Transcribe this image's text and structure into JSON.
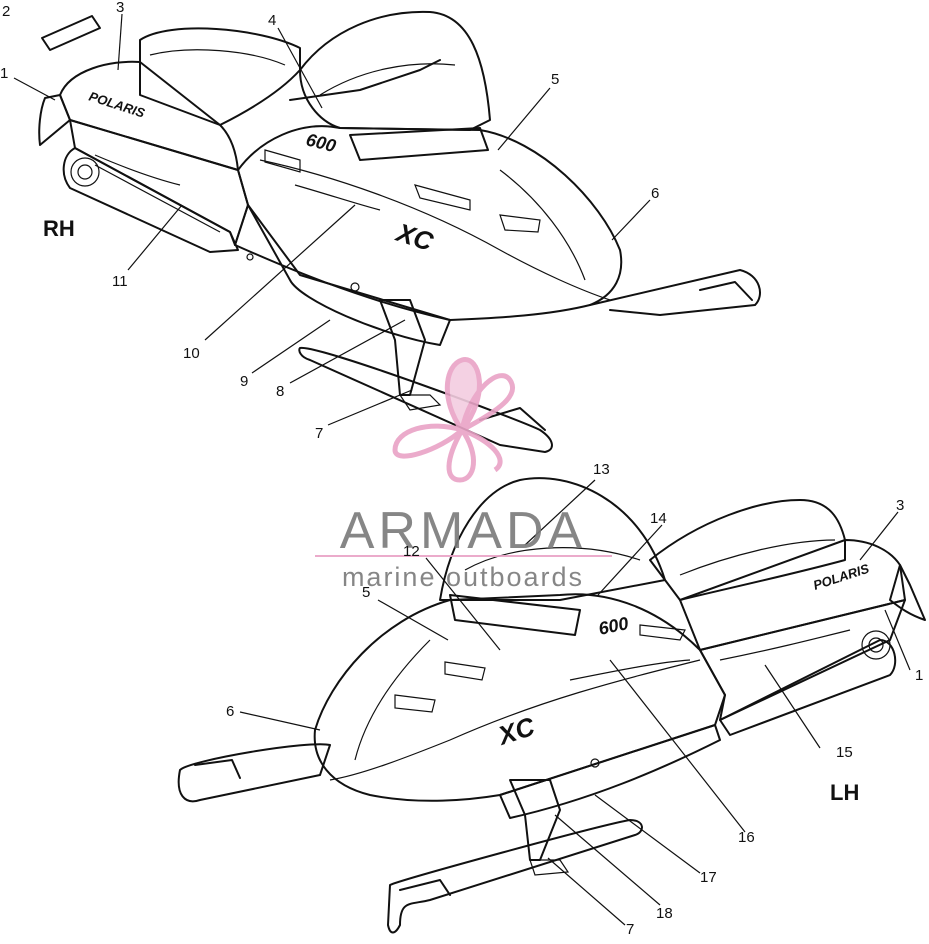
{
  "labels": {
    "rh": "RH",
    "lh": "LH"
  },
  "watermark": {
    "brand": "ARMADA",
    "tagline": "marine outboards",
    "logo_color": "#e9a3c6",
    "text_color": "#7a7a7a"
  },
  "decals": {
    "polaris_top": "POLARIS",
    "polaris_bottom": "POLARIS",
    "model_600_top": "600",
    "model_600_bottom": "600",
    "xc_top": "XC",
    "xc_bottom": "XC"
  },
  "callouts_top": [
    {
      "id": "c-t-1",
      "text": "1"
    },
    {
      "id": "c-t-2",
      "text": "2"
    },
    {
      "id": "c-t-3",
      "text": "3"
    },
    {
      "id": "c-t-4",
      "text": "4"
    },
    {
      "id": "c-t-5",
      "text": "5"
    },
    {
      "id": "c-t-6",
      "text": "6"
    },
    {
      "id": "c-t-7",
      "text": "7"
    },
    {
      "id": "c-t-8",
      "text": "8"
    },
    {
      "id": "c-t-9",
      "text": "9"
    },
    {
      "id": "c-t-10",
      "text": "10"
    },
    {
      "id": "c-t-11",
      "text": "11"
    }
  ],
  "callouts_bottom": [
    {
      "id": "c-b-1",
      "text": "1"
    },
    {
      "id": "c-b-3",
      "text": "3"
    },
    {
      "id": "c-b-5",
      "text": "5"
    },
    {
      "id": "c-b-6",
      "text": "6"
    },
    {
      "id": "c-b-7",
      "text": "7"
    },
    {
      "id": "c-b-12",
      "text": "12"
    },
    {
      "id": "c-b-13",
      "text": "13"
    },
    {
      "id": "c-b-14",
      "text": "14"
    },
    {
      "id": "c-b-15",
      "text": "15"
    },
    {
      "id": "c-b-16",
      "text": "16"
    },
    {
      "id": "c-b-17",
      "text": "17"
    },
    {
      "id": "c-b-18",
      "text": "18"
    }
  ]
}
